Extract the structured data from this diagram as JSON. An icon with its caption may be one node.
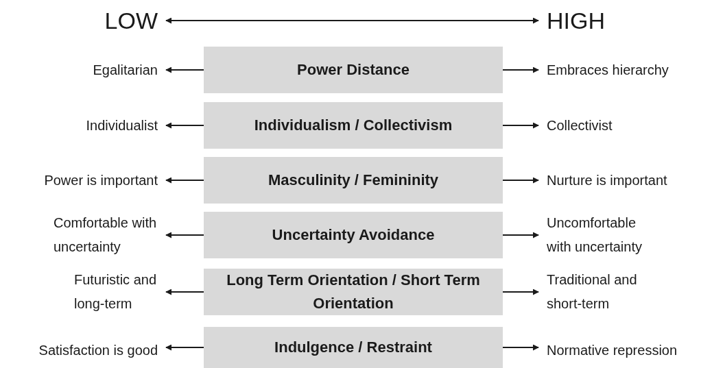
{
  "diagram": {
    "nodes": [
      {
        "text": [
          "LOW"
        ]
      },
      {
        "text": [
          "HIGH"
        ]
      },
      {
        "text": [
          "Egalitarian"
        ]
      },
      {
        "text": [
          "Power Distance"
        ]
      },
      {
        "text": [
          "Embraces hierarchy"
        ]
      },
      {
        "text": [
          "Individualist"
        ]
      },
      {
        "text": [
          "Individualism / Collectivism"
        ]
      },
      {
        "text": [
          "Collectivist"
        ]
      },
      {
        "text": [
          "Power is important"
        ]
      },
      {
        "text": [
          "Masculinity / Femininity"
        ]
      },
      {
        "text": [
          "Nurture is important"
        ]
      },
      {
        "text": [
          "Comfortable with uncertainty"
        ]
      },
      {
        "text": [
          "Uncertainty Avoidance"
        ]
      },
      {
        "text": [
          "Uncomfortable with uncertainty"
        ]
      },
      {
        "text": [
          "Futuristic and long-term"
        ]
      },
      {
        "text": [
          "Long Term Orientation / Short Term Orientation"
        ]
      },
      {
        "text": [
          "Traditional and short-term"
        ]
      },
      {
        "text": [
          "Satisfaction is good"
        ]
      },
      {
        "text": [
          "Indulgence / Restraint"
        ]
      },
      {
        "text": [
          "Normative repression"
        ]
      }
    ],
    "edges": [
      {
        "from": 0,
        "to": 1,
        "arrow": "both"
      },
      {
        "from": 3,
        "to": 2,
        "arrow": "to"
      },
      {
        "from": 3,
        "to": 4,
        "arrow": "to"
      },
      {
        "from": 6,
        "to": 5,
        "arrow": "to"
      },
      {
        "from": 6,
        "to": 7,
        "arrow": "to"
      },
      {
        "from": 9,
        "to": 8,
        "arrow": "to"
      },
      {
        "from": 9,
        "to": 10,
        "arrow": "to"
      },
      {
        "from": 12,
        "to": 11,
        "arrow": "to"
      },
      {
        "from": 12,
        "to": 13,
        "arrow": "to"
      },
      {
        "from": 15,
        "to": 14,
        "arrow": "to"
      },
      {
        "from": 15,
        "to": 16,
        "arrow": "to"
      },
      {
        "from": 18,
        "to": 17,
        "arrow": "to"
      },
      {
        "from": 18,
        "to": 19,
        "arrow": "to"
      }
    ]
  }
}
